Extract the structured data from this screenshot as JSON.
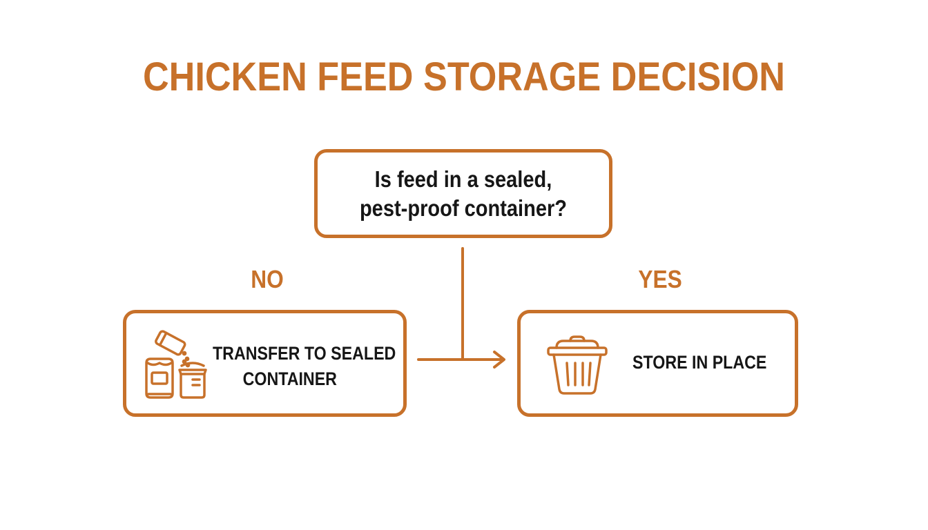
{
  "title": "CHICKEN FEED STORAGE DECISION",
  "question": {
    "line1": "Is feed in a sealed,",
    "line2": "pest-proof container?"
  },
  "branches": {
    "no": {
      "label": "NO",
      "action_line1": "TRANSFER TO SEALED",
      "action_line2": "CONTAINER",
      "icon": "feed-bag-pour-into-container-icon"
    },
    "yes": {
      "label": "YES",
      "action": "STORE IN PLACE",
      "icon": "lidded-bin-icon"
    }
  },
  "colors": {
    "accent": "#c7712a",
    "text": "#161616",
    "background": "#ffffff"
  }
}
